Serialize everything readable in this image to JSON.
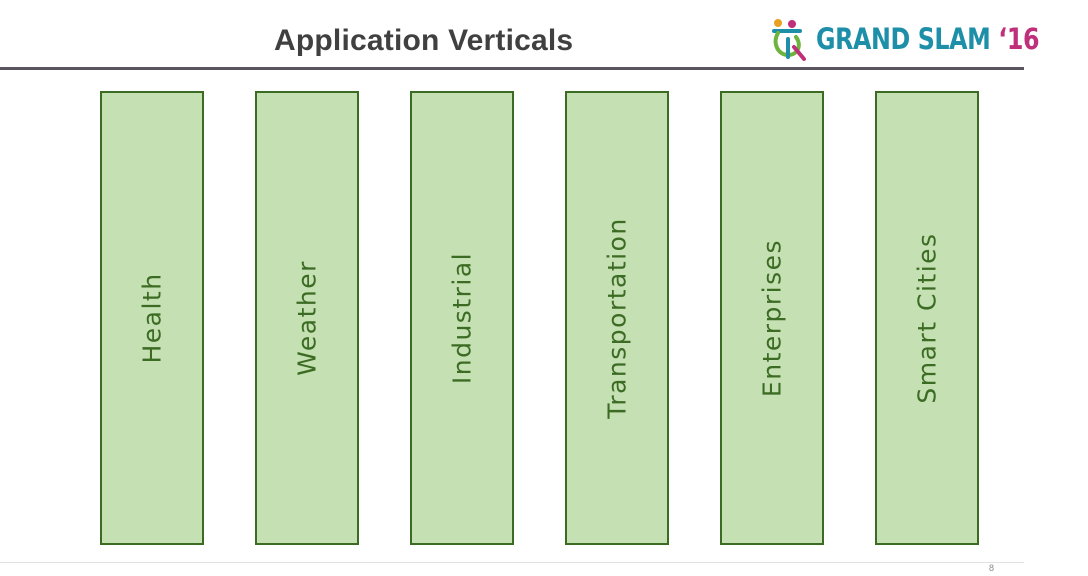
{
  "header": {
    "title": "Application Verticals"
  },
  "logo": {
    "icon": "grand-slam-logo-icon",
    "text": "GRAND SLAM",
    "year": "‘16",
    "colors": {
      "text": "#1e8fa8",
      "year": "#c0307a"
    }
  },
  "verticals": [
    {
      "label": "Health"
    },
    {
      "label": "Weather"
    },
    {
      "label": "Industrial"
    },
    {
      "label": "Transportation"
    },
    {
      "label": "Enterprises"
    },
    {
      "label": "Smart Cities"
    }
  ],
  "colors": {
    "column_fill": "#c5e0b3",
    "column_border": "#3c6b24",
    "title": "#404040",
    "rule": "#5a5560"
  },
  "footer": {
    "page_number": "8"
  }
}
